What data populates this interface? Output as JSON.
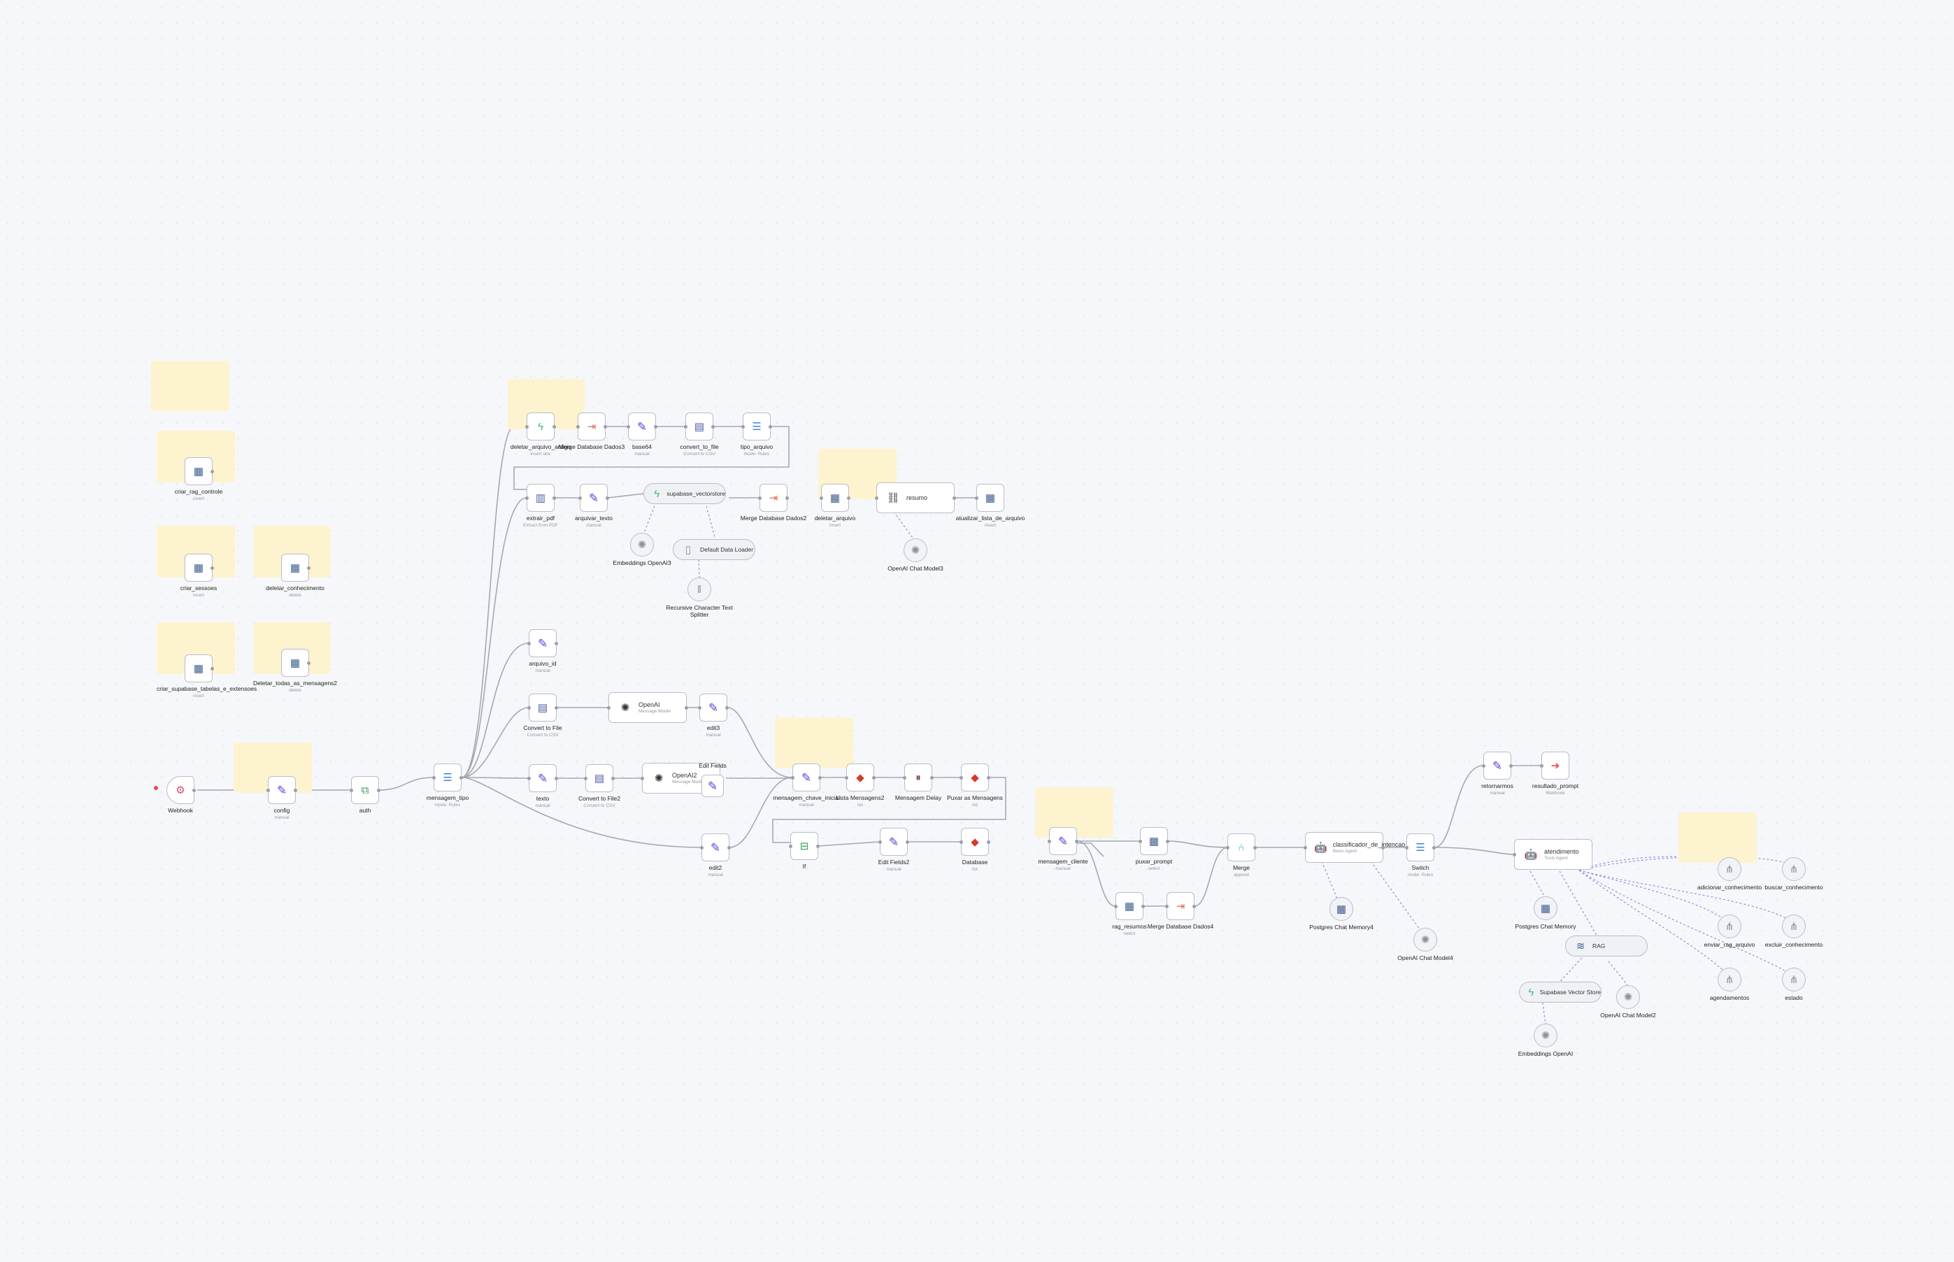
{
  "nodes": {
    "webhook": {
      "label": "Webhook",
      "sub": ""
    },
    "config": {
      "label": "config",
      "sub": "manual"
    },
    "auth": {
      "label": "auth",
      "sub": ""
    },
    "mensagem_tipo": {
      "label": "mensagem_tipo",
      "sub": "mode: Rules"
    },
    "criar_rag_controle": {
      "label": "criar_rag_controle",
      "sub": "insert"
    },
    "criar_sessoes": {
      "label": "criar_sessoes",
      "sub": "insert"
    },
    "deletar_conhecimento": {
      "label": "deletar_conhecimento",
      "sub": "delete"
    },
    "criar_supabase_tabelas": {
      "label": "criar_supabase_tabelas_e_extensoes",
      "sub": "insert"
    },
    "deletar_todas_msgs": {
      "label": "Deletar_todas_as_mensagens2",
      "sub": "delete"
    },
    "deletar_arquivo_antigo": {
      "label": "deletar_arquivo_antigo",
      "sub": "insert one"
    },
    "merge_db_dados3": {
      "label": "Merge Database Dados3",
      "sub": ""
    },
    "base64": {
      "label": "base64",
      "sub": "manual"
    },
    "convert_to_file": {
      "label": "convert_to_file",
      "sub": "Convert to CSV"
    },
    "tipo_arquivo": {
      "label": "tipo_arquivo",
      "sub": "mode: Rules"
    },
    "extrair_pdf": {
      "label": "extrair_pdf",
      "sub": "Extract from PDF"
    },
    "arquivar_texto": {
      "label": "arquivar_texto",
      "sub": "manual"
    },
    "supabase_vectorstore": {
      "label": "supabase_vectorstore",
      "sub": ""
    },
    "merge_db_dados2": {
      "label": "Merge Database Dados2",
      "sub": ""
    },
    "deletar_arquivo": {
      "label": "deletar_arquivo",
      "sub": "Insert"
    },
    "resumo": {
      "label": "resumo",
      "sub": ""
    },
    "atualizar_lista_arquivo": {
      "label": "atualizar_lista_de_arquivo",
      "sub": "insert"
    },
    "embeddings_openai3": {
      "label": "Embeddings OpenAI3",
      "sub": ""
    },
    "default_data_loader": {
      "label": "Default Data Loader",
      "sub": ""
    },
    "recursive_splitter": {
      "label": "Recursive Character Text Splitter",
      "sub": ""
    },
    "openai_chat_model3": {
      "label": "OpenAI Chat Model3",
      "sub": ""
    },
    "arquivo_id": {
      "label": "arquivo_id",
      "sub": "manual"
    },
    "convert_to_file2": {
      "label": "Convert to File",
      "sub": "Convert to CSV"
    },
    "openai_msg_model": {
      "label": "OpenAI",
      "sub": "Message Model"
    },
    "edit3": {
      "label": "edit3",
      "sub": "manual"
    },
    "texto": {
      "label": "texto",
      "sub": "manual"
    },
    "convert_to_file3": {
      "label": "Convert to File2",
      "sub": "Convert to CSV"
    },
    "openai2": {
      "label": "OpenAI2",
      "sub": "Message Model"
    },
    "edit_fields": {
      "label": "Edit Fields",
      "sub": "manual"
    },
    "edit2": {
      "label": "edit2",
      "sub": "manual"
    },
    "mensagem_chave_inicial": {
      "label": "mensagem_chave_inicial",
      "sub": "manual"
    },
    "lista_mensagens2": {
      "label": "Lista Mensagens2",
      "sub": "list"
    },
    "mensagem_delay": {
      "label": "Mensagem Delay",
      "sub": ""
    },
    "puxar_mensagens": {
      "label": "Puxar as Mensagens",
      "sub": "list"
    },
    "if_node": {
      "label": "If",
      "sub": ""
    },
    "edit_fields2": {
      "label": "Edit Fields2",
      "sub": "manual"
    },
    "database": {
      "label": "Database",
      "sub": "list"
    },
    "mensagem_cliente": {
      "label": "mensagem_cliente",
      "sub": "manual"
    },
    "puxar_prompt": {
      "label": "puxar_prompt",
      "sub": "select"
    },
    "rag_resumos": {
      "label": "rag_resumos",
      "sub": "select"
    },
    "merge_db_dados4": {
      "label": "Merge Database Dados4",
      "sub": ""
    },
    "merge": {
      "label": "Merge",
      "sub": "append"
    },
    "classificador": {
      "label": "classificador_de_intencao",
      "sub": "Basic Agent"
    },
    "switch": {
      "label": "Switch",
      "sub": "mode: Rules"
    },
    "postgres_chat_memory": {
      "label": "Postgres Chat Memory4",
      "sub": ""
    },
    "openai_chat_model4": {
      "label": "OpenAI Chat Model4",
      "sub": ""
    },
    "retornarmos": {
      "label": "retornarmos",
      "sub": "manual"
    },
    "resultado_prompt": {
      "label": "resultado_prompt",
      "sub": "Webhook"
    },
    "atendimento": {
      "label": "atendimento",
      "sub": "Tools Agent"
    },
    "postgres_chat_memory2": {
      "label": "Postgres Chat Memory",
      "sub": ""
    },
    "rag_tool": {
      "label": "RAG",
      "sub": ""
    },
    "supabase_vector_store": {
      "label": "Supabase Vector Store",
      "sub": ""
    },
    "openai_chat_model2": {
      "label": "OpenAI Chat Model2",
      "sub": ""
    },
    "embeddings_openai": {
      "label": "Embeddings OpenAI",
      "sub": ""
    },
    "adicionar_conhecimento": {
      "label": "adicionar_conhecimento",
      "sub": ""
    },
    "buscar_conhecimento": {
      "label": "buscar_conhecimento",
      "sub": ""
    },
    "enviar_rag_arquivo": {
      "label": "enviar_rag_arquivo",
      "sub": ""
    },
    "excluir_conhecimento": {
      "label": "excluir_conhecimento",
      "sub": ""
    },
    "agendamentos": {
      "label": "agendamentos",
      "sub": ""
    },
    "estado": {
      "label": "estado",
      "sub": ""
    }
  },
  "icons": {
    "pencil": "edit-icon",
    "postgres": "database-icon",
    "redis": "redis-icon",
    "merge": "merge-icon",
    "switch": "switch-icon",
    "ai": "robot-icon"
  },
  "colors": {
    "canvas": "#f6f7fa",
    "sticky": "#fdf3cf",
    "edge": "#9aa0aa",
    "ai_edge": "#9c8fd9",
    "accent": "#5a3fd8"
  }
}
